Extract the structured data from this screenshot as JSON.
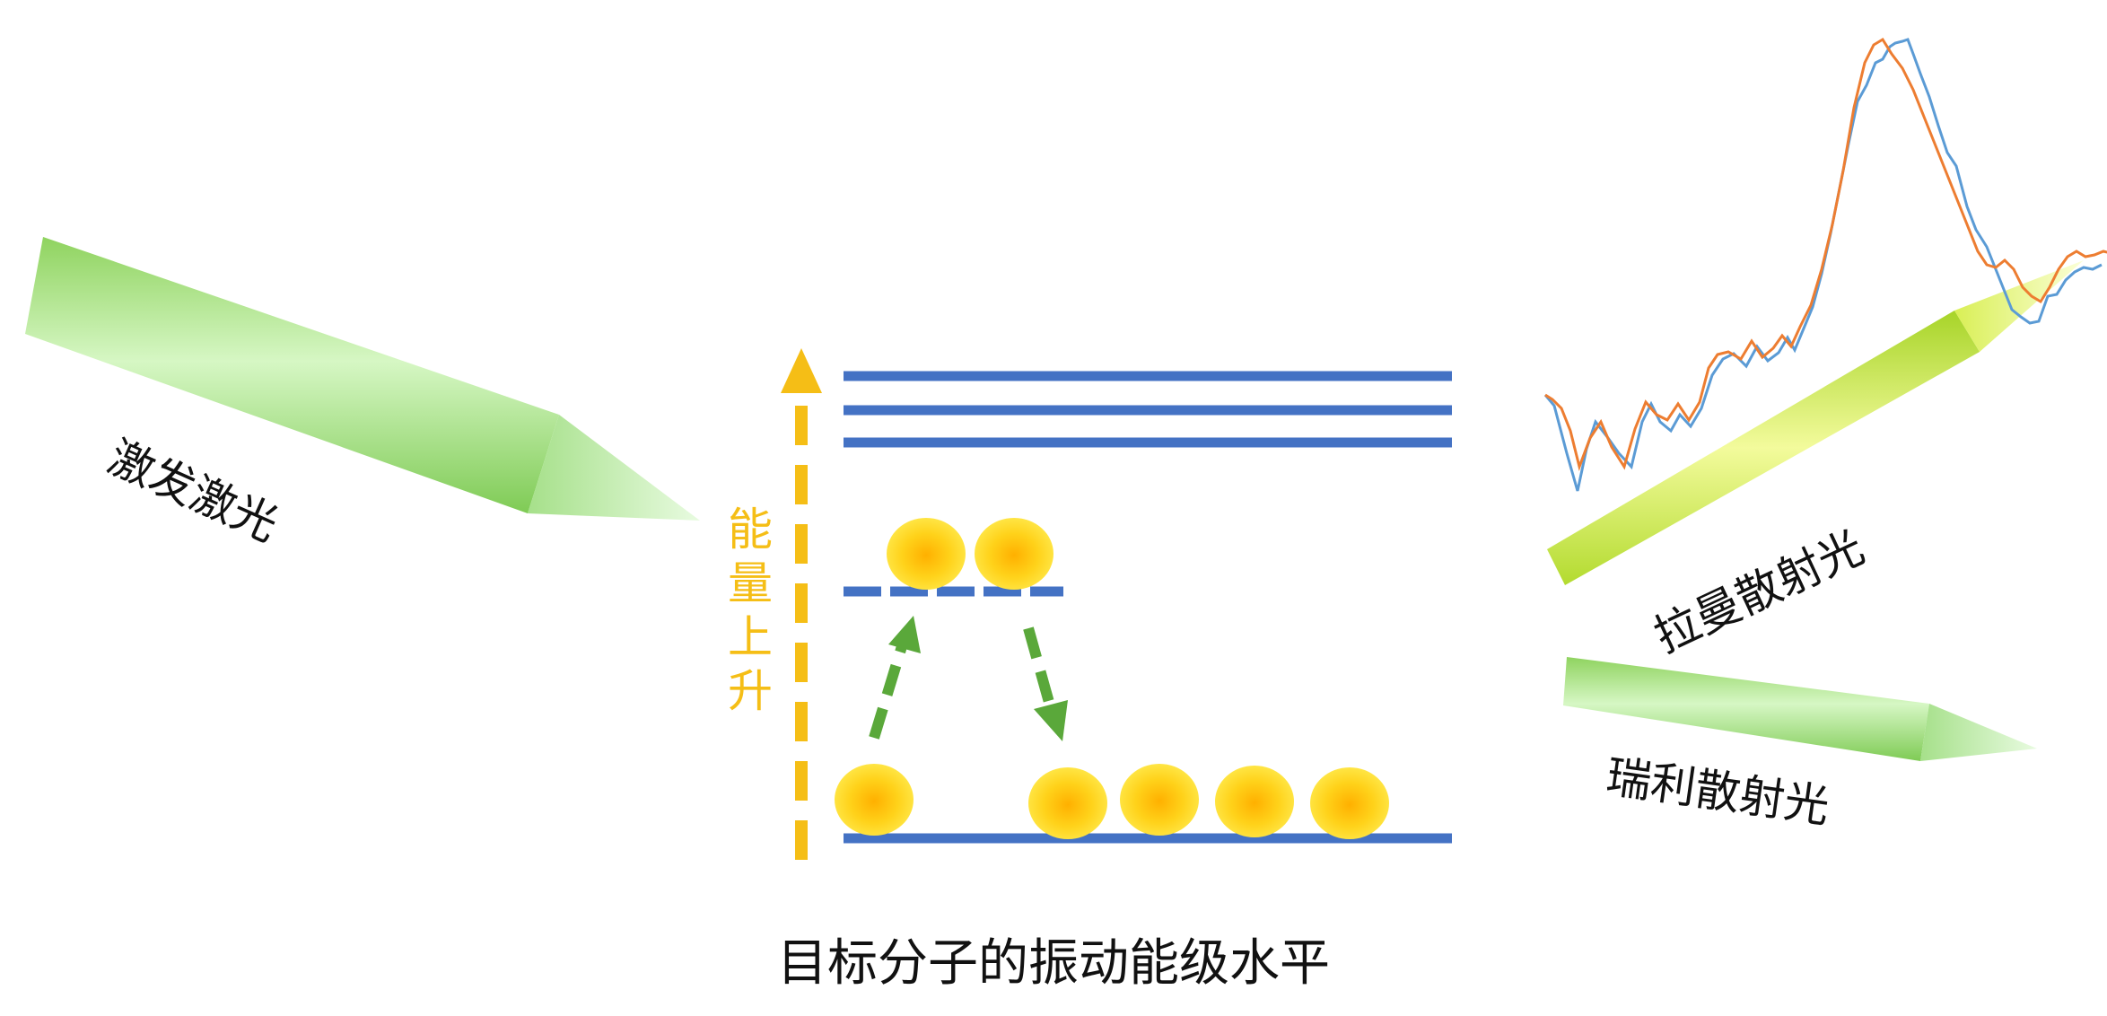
{
  "labels": {
    "excitation_laser": "激发激光",
    "raman_scattering": "拉曼散射光",
    "rayleigh_scattering": "瑞利散射光",
    "energy_rise": "能量上升",
    "caption": "目标分子的振动能级水平"
  },
  "colors": {
    "beam_green": "#8fdc6a",
    "beam_green_light": "#d6f7c4",
    "raman_beam": "#c8e83a",
    "energy_levels": "#4472c4",
    "energy_arrow": "#f5be16",
    "transition_arrows": "#5aa83a",
    "molecules": "#ffd21a",
    "spectrum_orange": "#ed7d31",
    "spectrum_blue": "#5b9bd5"
  },
  "molecules": {
    "ground_state_count": 5,
    "excited_state_count": 2
  }
}
